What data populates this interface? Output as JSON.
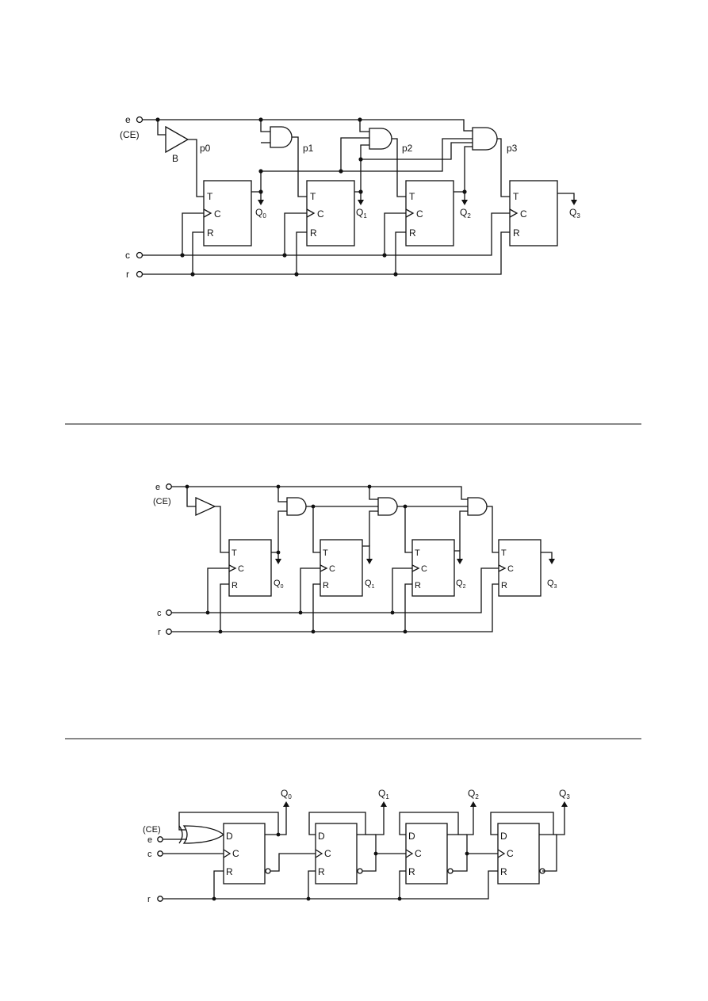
{
  "diagram1": {
    "inputs": {
      "e": "e",
      "ce": "(CE)",
      "c": "c",
      "r": "r"
    },
    "buffer_label": "B",
    "p_labels": [
      "p0",
      "p1",
      "p2",
      "p3"
    ],
    "ff_pins": [
      "T",
      "C",
      "R"
    ],
    "outputs": [
      {
        "q": "Q",
        "sub": "0"
      },
      {
        "q": "Q",
        "sub": "1"
      },
      {
        "q": "Q",
        "sub": "2"
      },
      {
        "q": "Q",
        "sub": "3"
      }
    ]
  },
  "diagram2": {
    "inputs": {
      "e": "e",
      "ce": "(CE)",
      "c": "c",
      "r": "r"
    },
    "ff_pins": [
      "T",
      "C",
      "R"
    ],
    "outputs": [
      {
        "q": "Q",
        "sub": "0"
      },
      {
        "q": "Q",
        "sub": "1"
      },
      {
        "q": "Q",
        "sub": "2"
      },
      {
        "q": "Q",
        "sub": "3"
      }
    ]
  },
  "diagram3": {
    "inputs": {
      "ce": "(CE)",
      "e": "e",
      "c": "c",
      "r": "r"
    },
    "ff_pins": [
      "D",
      "C",
      "R"
    ],
    "outputs": [
      {
        "q": "Q",
        "sub": "0"
      },
      {
        "q": "Q",
        "sub": "1"
      },
      {
        "q": "Q",
        "sub": "2"
      },
      {
        "q": "Q",
        "sub": "3"
      }
    ]
  }
}
